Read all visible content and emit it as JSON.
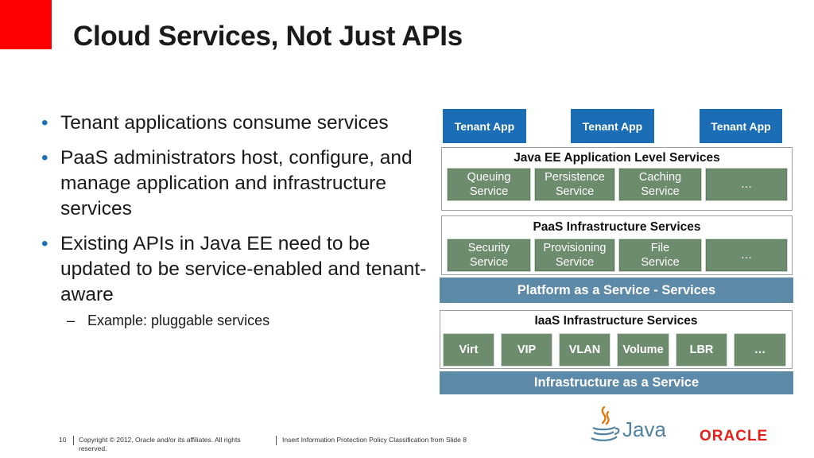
{
  "slide": {
    "title": "Cloud Services, Not Just APIs",
    "bullets": [
      "Tenant applications consume services",
      "PaaS administrators host, configure, and manage application and infrastructure services",
      "Existing APIs in Java EE need to be updated to be service-enabled and tenant-aware"
    ],
    "subbullet": "Example: pluggable services",
    "bullet_glyph": "•",
    "dash_glyph": "–"
  },
  "diagram": {
    "tenant_apps": [
      "Tenant App",
      "Tenant App",
      "Tenant App"
    ],
    "java_ee": {
      "title": "Java EE Application Level Services",
      "services": [
        "Queuing\nService",
        "Persistence\nService",
        "Caching\nService",
        "…"
      ]
    },
    "paas_infra": {
      "title": "PaaS Infrastructure Services",
      "services": [
        "Security\nService",
        "Provisioning\nService",
        "File\nService",
        "…"
      ]
    },
    "paas_band": "Platform as a Service - Services",
    "iaas_infra": {
      "title": "IaaS Infrastructure Services",
      "services": [
        "Virt",
        "VIP",
        "VLAN",
        "Volume",
        "LBR",
        "…"
      ]
    },
    "iaas_band": "Infrastructure as a Service"
  },
  "footer": {
    "page_number": "10",
    "copyright": "Copyright © 2012, Oracle and/or its affiliates. All rights reserved.",
    "classification": "Insert Information Protection Policy Classification from Slide 8",
    "java_logo_text": "Java",
    "oracle_logo_text": "ORACLE"
  },
  "colors": {
    "accent_red": "#ff0000",
    "tenant_blue": "#1b6db5",
    "service_green": "#6d8c6d",
    "band_steel_blue": "#5d8aa8",
    "bullet_blue": "#1e6fb9",
    "oracle_red": "#e32118"
  }
}
